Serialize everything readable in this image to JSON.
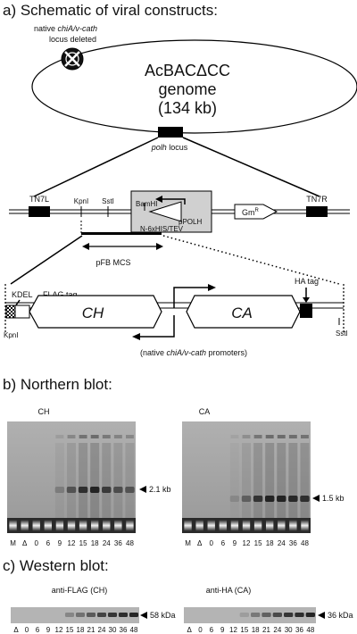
{
  "section_a": {
    "title": "a) Schematic of viral constructs:",
    "deleted_note_prefix": "native",
    "deleted_note_genes": "chiA/v-cath",
    "deleted_note_line2": "locus  deleted",
    "genome_name": "AcBACΔCC",
    "genome_word": "genome",
    "genome_size": "(134 kb)",
    "polh_gene": "polh",
    "polh_suffix": "locus",
    "tn7l": "TN7L",
    "tn7r": "TN7R",
    "kpni": "KpnI",
    "ssti": "SstI",
    "bamhi": "BamHI",
    "ppolh": "pPOLH",
    "tag_his": "N-6xHIS/TEV",
    "gm": "Gm",
    "gm_sup": "R",
    "pfb_mcs": "pFB MCS",
    "kdel": "KDEL",
    "flag_tag": "FLAG tag",
    "ha_tag": "HA tag",
    "ch": "CH",
    "ca": "CA",
    "kpni_low": "KpnI",
    "ssti_low": "SstI",
    "promoters_open": "(native",
    "promoters_genes": "chiA/v-cath",
    "promoters_close": "promoters)"
  },
  "section_b": {
    "title": "b) Northern blot:",
    "left_label": "CH",
    "right_label": "CA",
    "left_size": "2.1 kb",
    "right_size": "1.5 kb",
    "lanes": [
      "M",
      "Δ",
      "0",
      "6",
      "9",
      "12",
      "15",
      "18",
      "24",
      "36",
      "48"
    ]
  },
  "section_c": {
    "title": "c) Western blot:",
    "left_label": "anti-FLAG (CH)",
    "right_label": "anti-HA (CA)",
    "left_size": "58 kDa",
    "right_size": "36 kDa",
    "left_lanes": [
      "Δ",
      "0",
      "6",
      "9",
      "12",
      "15",
      "18",
      "21",
      "24",
      "30",
      "36",
      "48"
    ],
    "right_lanes": [
      "Δ",
      "0",
      "6",
      "9",
      "12",
      "15",
      "18",
      "21",
      "24",
      "30",
      "36",
      "48"
    ]
  },
  "colors": {
    "blot_gray": "#a7a7a7",
    "band_dark": "#303030",
    "insert_box": "#d0d0d0"
  }
}
